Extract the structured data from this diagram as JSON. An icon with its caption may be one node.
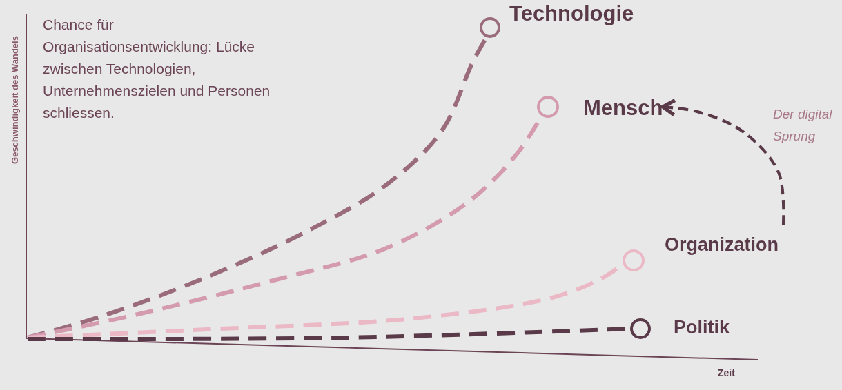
{
  "diagram": {
    "nodes": [
      {
        "text": [
          "Technologie"
        ]
      },
      {
        "text": [
          "Mensch"
        ]
      },
      {
        "text": [
          "Organization"
        ]
      },
      {
        "text": [
          "Politik"
        ]
      }
    ],
    "edges": [
      {
        "from": null,
        "to": 0,
        "arrow": "none",
        "style": "dashed",
        "color": "#9a6b7a"
      },
      {
        "from": null,
        "to": 1,
        "arrow": "none",
        "style": "dashed",
        "color": "#d49aae"
      },
      {
        "from": null,
        "to": 2,
        "arrow": "none",
        "style": "dashed",
        "color": "#ebb8c6"
      },
      {
        "from": null,
        "to": 3,
        "arrow": "none",
        "style": "dashed",
        "color": "#5a3a48"
      },
      {
        "from": null,
        "to": 1,
        "arrow": "to",
        "style": "dashed",
        "color": "#5a3a48",
        "label": "Der digital Sprung"
      }
    ],
    "labels": [
      "Chance für Organisationsentwicklung: Lücke zwischen Technologien, Unternehmenszielen und Personen schliessen.",
      "Geschwindigkeit des Wandels",
      "Zeit"
    ]
  }
}
